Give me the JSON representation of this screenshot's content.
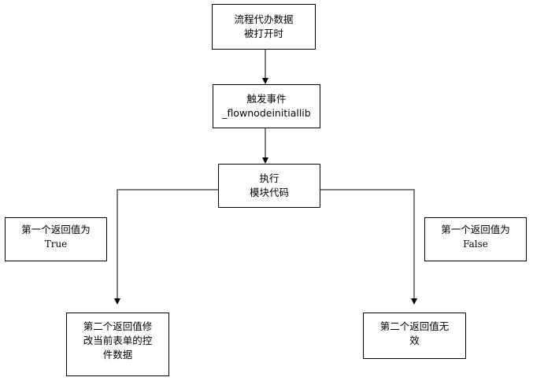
{
  "nodes": {
    "open": {
      "line1": "流程代办数据",
      "line2": "被打开时"
    },
    "trigger": {
      "line1": "触发事件",
      "line2": "_flownodeinitiallib"
    },
    "exec": {
      "line1": "执行",
      "line2": "模块代码"
    },
    "true_note": {
      "line1": "第一个返回值为",
      "line2": "True"
    },
    "false_note": {
      "line1": "第一个返回值为",
      "line2": "False"
    },
    "modify": {
      "line1": "第二个返回值修",
      "line2": "改当前表单的控",
      "line3": "件数据"
    },
    "invalid": {
      "line1": "第二个返回值无",
      "line2": "效"
    }
  },
  "colors": {
    "line": "#000000",
    "border": "#000000",
    "background": "#ffffff"
  }
}
